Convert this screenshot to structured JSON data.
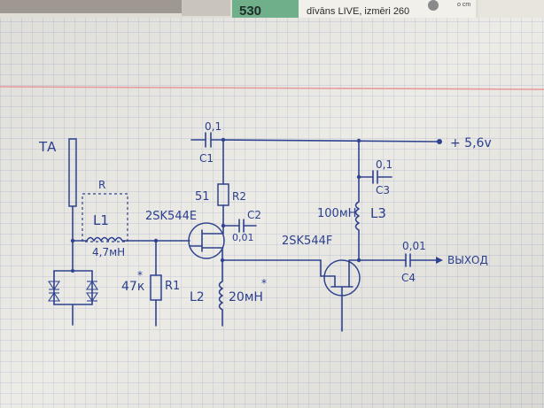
{
  "header": {
    "top_print": "dīvāns LIVE, izmēri 260",
    "top_small": "o cm",
    "top_fragment": "530"
  },
  "schematic": {
    "antenna": "ТА",
    "supply": "+ 5,6v",
    "output": "ВЫХОД",
    "components": {
      "C1_value": "0,1",
      "C1_label": "C1",
      "R2_value": "51",
      "R2_label": "R2",
      "C2_label": "C2",
      "C2_value": "0,01",
      "T1": "2SK544E",
      "T2": "2SK544F",
      "R_label": "R",
      "L1_label": "L1",
      "L1_value": "4,7мН",
      "R1_value": "47к",
      "R1_star": "*",
      "R1_label": "R1",
      "L2_label": "L2",
      "L2_value": "20мН",
      "L2_star": "*",
      "C3_value": "0,1",
      "C3_label": "C3",
      "L3_value": "100мН",
      "L3_label": "L3",
      "C4_value": "0,01",
      "C4_label": "C4"
    }
  },
  "colors": {
    "paper": "#ecebe6",
    "grid": "#aeb7cf",
    "margin_line": "#e79a9a",
    "ink": "#2b3f8e"
  }
}
